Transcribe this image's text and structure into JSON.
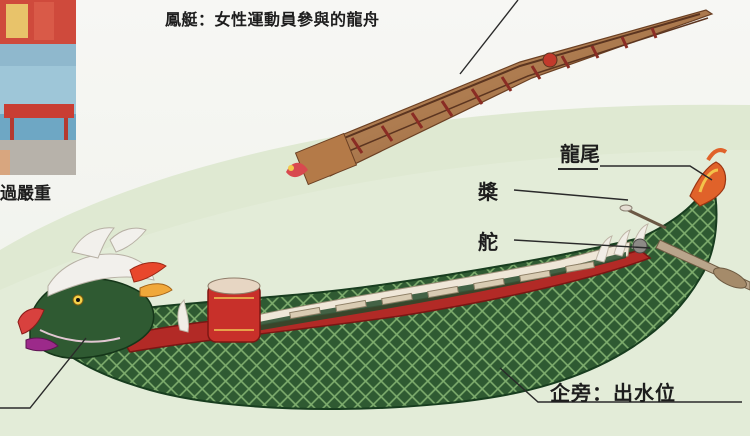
{
  "labels": {
    "phoenix_boat": "鳳艇：女性運動員參與的龍舟",
    "dragon_tail": "龍尾",
    "oar": "槳",
    "rudder": "舵",
    "standing_position": "企旁：出水位",
    "partial_text_left": "過嚴重"
  },
  "colors": {
    "background": "#f4f5f1",
    "hill": "#dfe9d2",
    "dragon_scale_green": "#2f5a32",
    "hull_red": "#b22a26",
    "wood": "#a0693f",
    "drum_red": "#c8302a",
    "label_text": "#1d1d1d"
  },
  "icons": [
    "dragon-head-icon",
    "dragon-tail-icon",
    "drum-icon",
    "oar-icon",
    "rudder-icon",
    "phoenix-boat-icon"
  ]
}
